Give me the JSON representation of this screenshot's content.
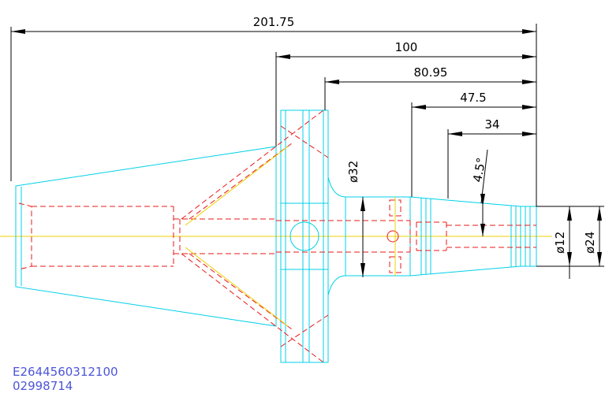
{
  "dimensions": {
    "overall_length": "201.75",
    "flange_to_tip": "100",
    "body_length": "80.95",
    "nose_length": "47.5",
    "taper_length": "34",
    "taper_angle": "4.5°",
    "body_diameter": "ø32",
    "bore_diameter": "ø12",
    "nose_diameter": "ø24"
  },
  "part_codes": [
    "E2644560312100",
    "02998714"
  ],
  "colors": {
    "outline": "#00d0e8",
    "hidden_line": "#e81818",
    "center_line": "#f0d000",
    "dimension": "#000000",
    "code_text": "#4d55d8"
  }
}
